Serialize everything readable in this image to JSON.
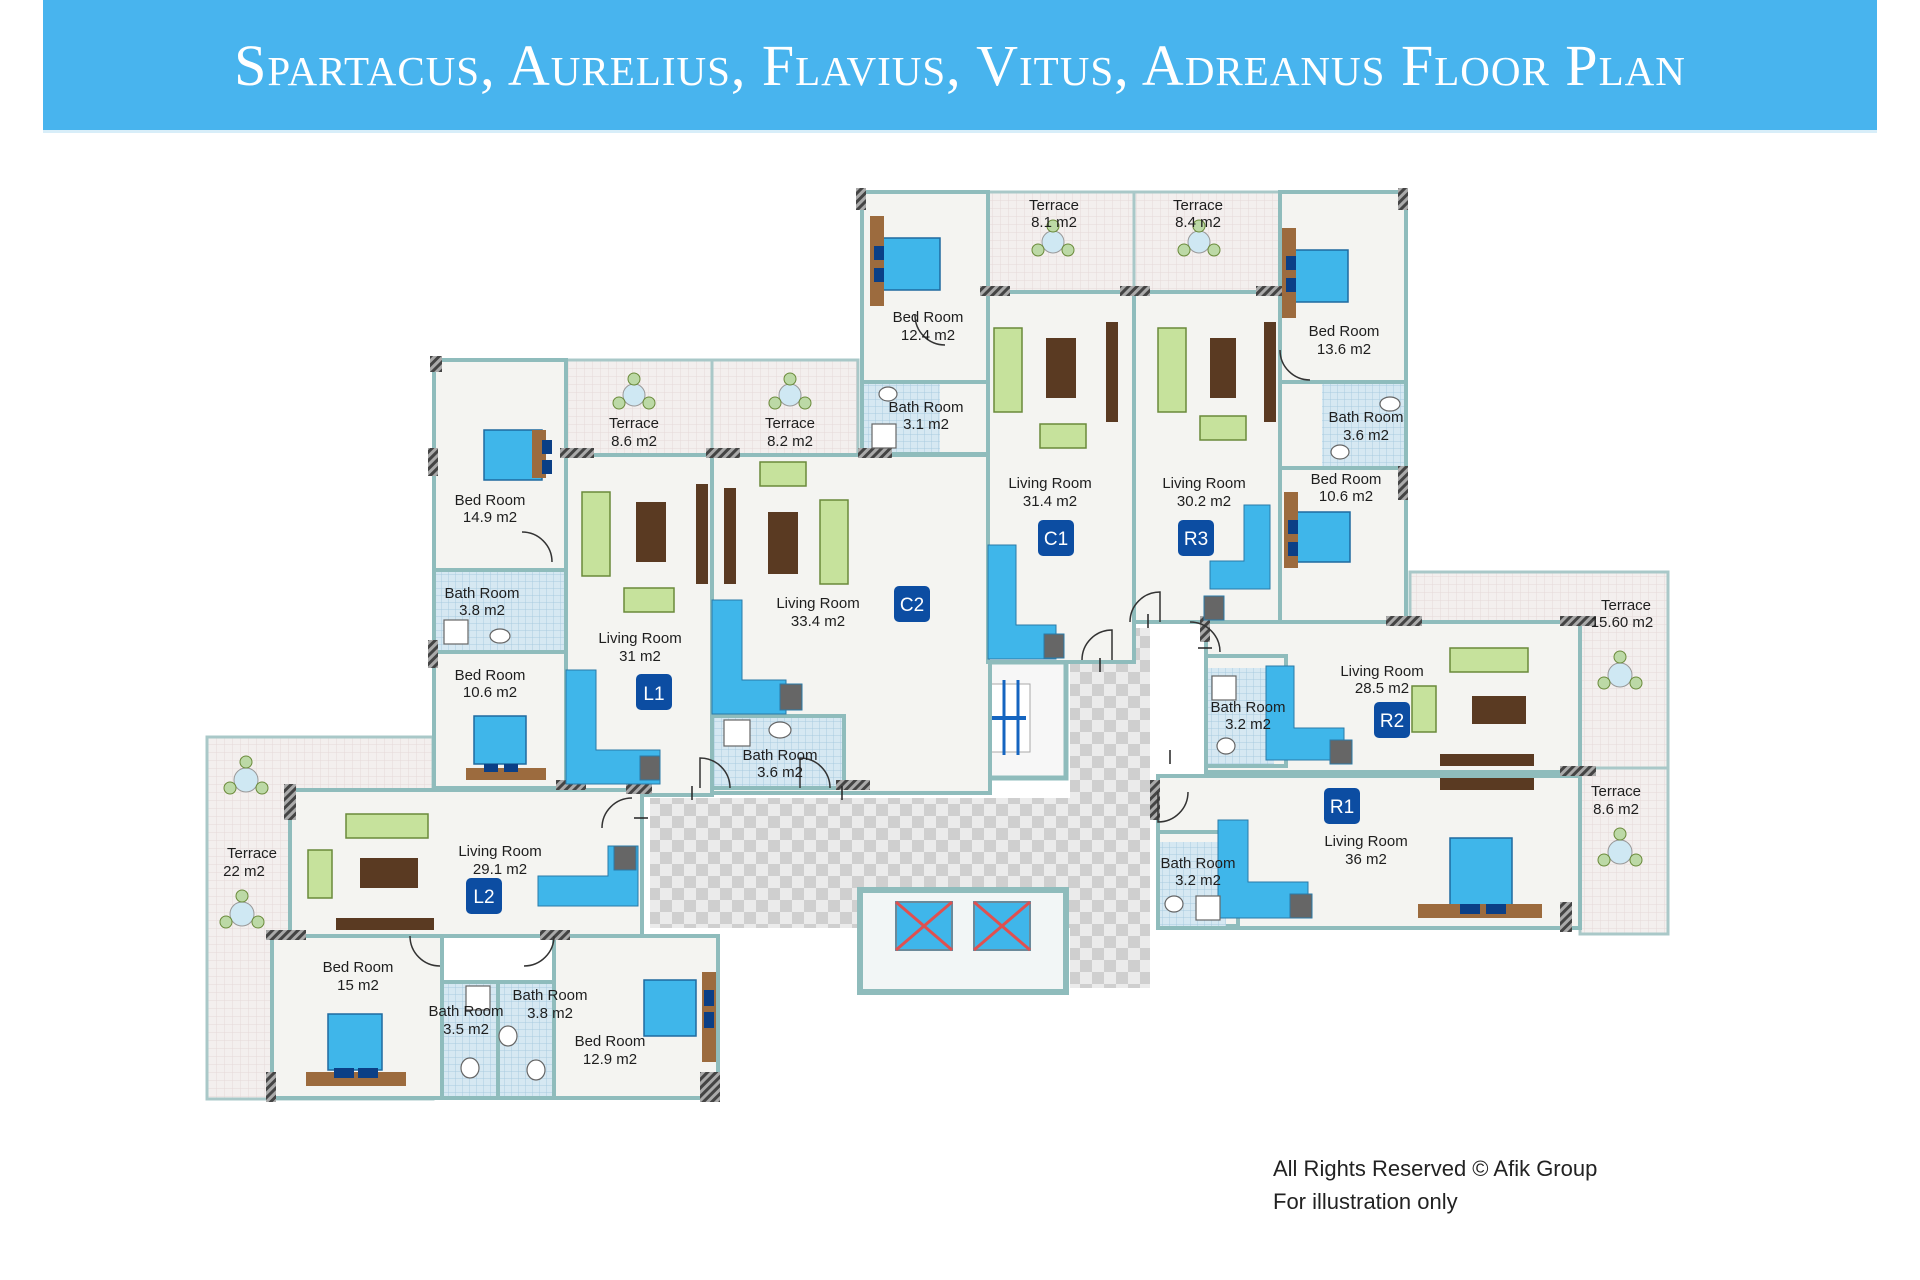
{
  "header": {
    "title": "Spartacus, Aurelius, Flavius, Vitus, Adreanus Floor Plan",
    "color": "#48b4ee"
  },
  "colors": {
    "room_fill": "#f4f4f1",
    "terrace_fill": "#f2eeec",
    "wall": "#7fb4b4",
    "bath_fill": "#cfe3ee",
    "furniture_blue": "#3fb6ea",
    "sofa_green": "#c6e29c",
    "table_brown": "#5a3a22",
    "badge": "#0c4da2",
    "elevator_cross": "#e05050"
  },
  "units": [
    {
      "id": "L1",
      "rooms": [
        {
          "name": "Bed Room",
          "area": "14.9 m2"
        },
        {
          "name": "Terrace",
          "area": "8.6 m2"
        },
        {
          "name": "Bath Room",
          "area": "3.8 m2"
        },
        {
          "name": "Living Room",
          "area": "31 m2"
        },
        {
          "name": "Bed Room",
          "area": "10.6 m2"
        }
      ]
    },
    {
      "id": "C2",
      "rooms": [
        {
          "name": "Terrace",
          "area": "8.2 m2"
        },
        {
          "name": "Living Room",
          "area": "33.4  m2"
        },
        {
          "name": "Bath Room",
          "area": "3.6 m2"
        }
      ]
    },
    {
      "id": "C1",
      "rooms": [
        {
          "name": "Terrace",
          "area": "8.1 m2"
        },
        {
          "name": "Bed Room",
          "area": "12.4 m2"
        },
        {
          "name": "Bath Room",
          "area": "3.1 m2"
        },
        {
          "name": "Living Room",
          "area": "31.4  m2"
        }
      ]
    },
    {
      "id": "R3",
      "rooms": [
        {
          "name": "Terrace",
          "area": "8.4 m2"
        },
        {
          "name": "Bed Room",
          "area": "13.6 m2"
        },
        {
          "name": "Bath Room",
          "area": "3.6 m2"
        },
        {
          "name": "Living Room",
          "area": "30.2  m2"
        },
        {
          "name": "Bed Room",
          "area": "10.6 m2"
        }
      ]
    },
    {
      "id": "R2",
      "rooms": [
        {
          "name": "Terrace",
          "area": "15.60 m2"
        },
        {
          "name": "Living Room",
          "area": "28.5 m2"
        },
        {
          "name": "Bath Room",
          "area": "3.2 m2"
        }
      ]
    },
    {
      "id": "R1",
      "rooms": [
        {
          "name": "Terrace",
          "area": "8.6 m2"
        },
        {
          "name": "Living Room",
          "area": "36  m2"
        },
        {
          "name": "Bath Room",
          "area": "3.2 m2"
        }
      ]
    },
    {
      "id": "L2",
      "rooms": [
        {
          "name": "Terrace",
          "area": "22 m2"
        },
        {
          "name": "Living Room",
          "area": "29.1 m2"
        },
        {
          "name": "Bed Room",
          "area": "15 m2"
        },
        {
          "name": "Bath Room",
          "area": "3.5 m2"
        },
        {
          "name": "Bath Room",
          "area": "3.8 m2"
        },
        {
          "name": "Bed Room",
          "area": "12.9 m2"
        }
      ]
    }
  ],
  "footer": {
    "copyright": "All Rights Reserved © Afik Group",
    "note": "For illustration only"
  }
}
